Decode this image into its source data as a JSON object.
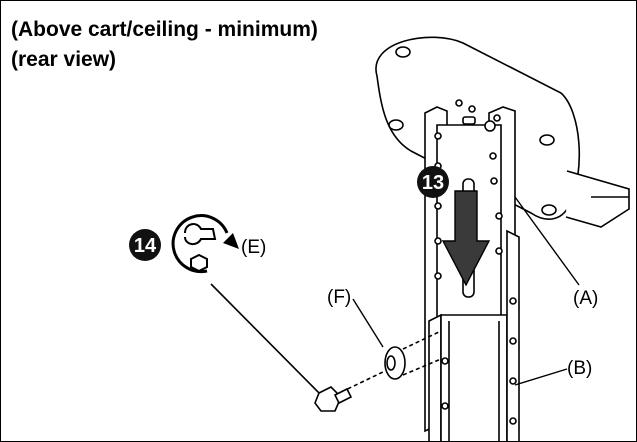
{
  "title": "(Above cart/ceiling - minimum)",
  "subtitle": "(rear view)",
  "steps": {
    "a": "13",
    "b": "14"
  },
  "labels": {
    "A": "(A)",
    "B": "(B)",
    "E": "(E)",
    "F": "(F)"
  },
  "colors": {
    "line": "#000000",
    "step_badge": "#111111",
    "background": "#ffffff"
  },
  "icons": [
    "wrench-rotate-icon",
    "down-arrow-icon",
    "bolt-icon",
    "washer-icon"
  ]
}
